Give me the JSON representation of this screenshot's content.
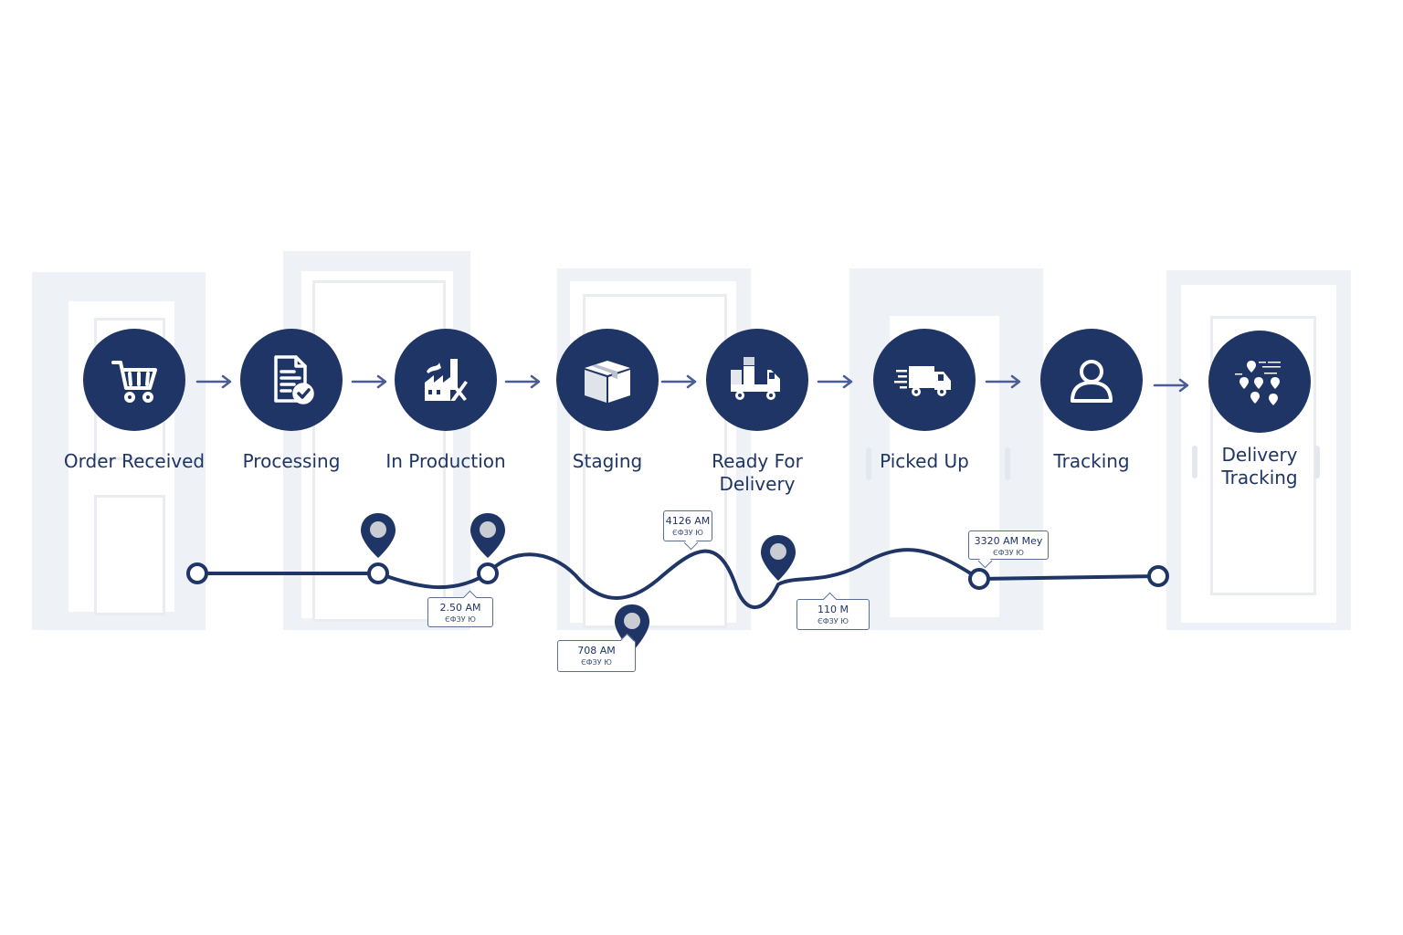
{
  "colors": {
    "navy": "#1f3566",
    "pin_fill": "#c9ccd3",
    "arrow": "#4a5d95",
    "door": "#eef1f5"
  },
  "steps": [
    {
      "label": "Order Received",
      "icon": "shopping-cart-icon"
    },
    {
      "label": "Processing",
      "icon": "document-check-icon"
    },
    {
      "label": "In Production",
      "icon": "factory-icon"
    },
    {
      "label": "Staging",
      "icon": "box-icon"
    },
    {
      "label": "Ready For\nDelivery",
      "icon": "loaded-truck-icon"
    },
    {
      "label": "Picked Up",
      "icon": "moving-truck-icon"
    },
    {
      "label": "Tracking",
      "icon": "person-icon"
    },
    {
      "label": "Delivery\nTracking",
      "icon": "map-pins-icon"
    }
  ],
  "route": {
    "callouts": [
      {
        "time": "2.50 AM",
        "sub": "ЄФЗУ Ю"
      },
      {
        "time": "708 AM",
        "sub": "ЄФЗУ Ю"
      },
      {
        "time": "4126 AM",
        "sub": "ЄФЗУ Ю"
      },
      {
        "time": "110 M",
        "sub": "ЄФЗУ Ю"
      },
      {
        "time": "3320 AM Mey",
        "sub": "ЄФЗУ Ю"
      }
    ]
  }
}
